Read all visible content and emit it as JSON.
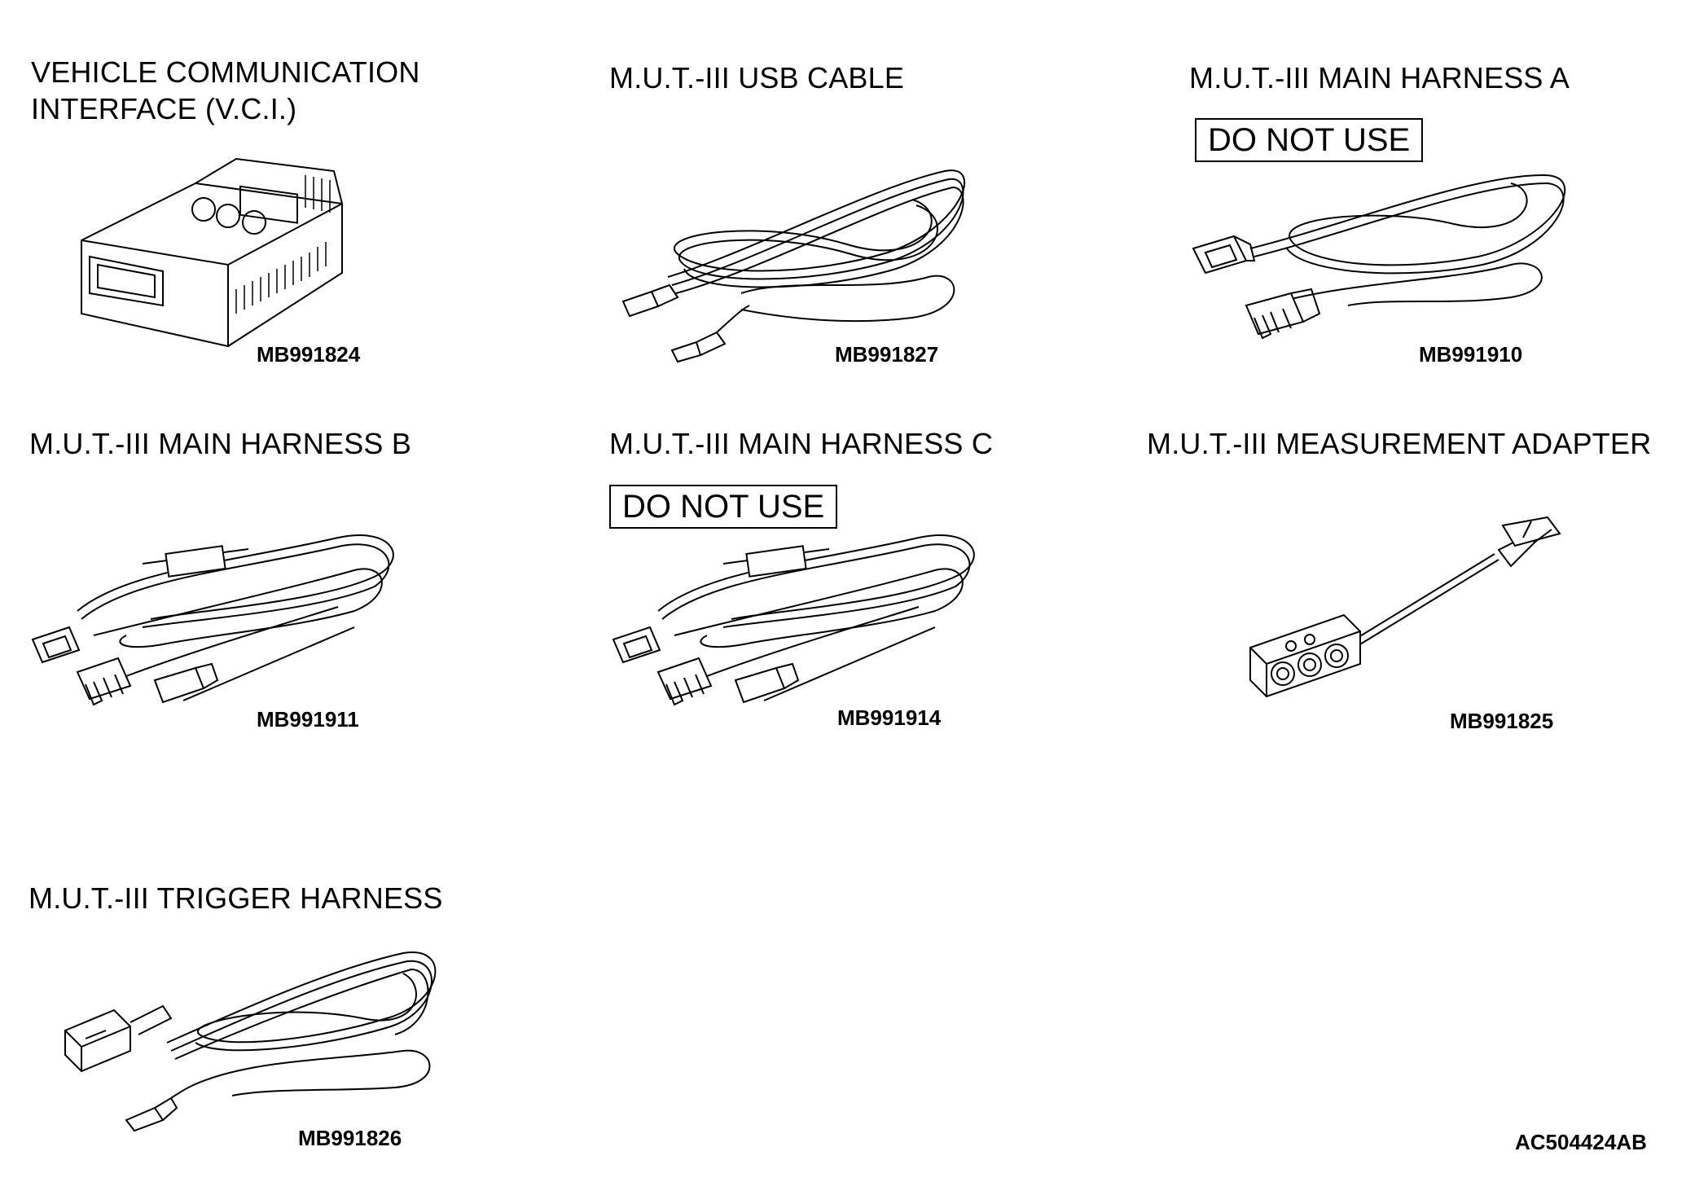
{
  "tools": [
    {
      "title": "VEHICLE COMMUNICATION\nINTERFACE (V.C.I.)",
      "part_number": "MB991824",
      "note": "",
      "icon": "vci-device-icon"
    },
    {
      "title": "M.U.T.-III USB CABLE",
      "part_number": "MB991827",
      "note": "",
      "icon": "usb-cable-icon"
    },
    {
      "title": "M.U.T.-III MAIN HARNESS A",
      "part_number": "MB991910",
      "note": "DO NOT USE",
      "icon": "main-harness-a-icon"
    },
    {
      "title": "M.U.T.-III MAIN HARNESS B",
      "part_number": "MB991911",
      "note": "",
      "icon": "main-harness-b-icon"
    },
    {
      "title": "M.U.T.-III MAIN HARNESS C",
      "part_number": "MB991914",
      "note": "DO NOT USE",
      "icon": "main-harness-c-icon"
    },
    {
      "title": "M.U.T.-III MEASUREMENT ADAPTER",
      "part_number": "MB991825",
      "note": "",
      "icon": "measurement-adapter-icon"
    },
    {
      "title": "M.U.T.-III TRIGGER HARNESS",
      "part_number": "MB991826",
      "note": "",
      "icon": "trigger-harness-icon"
    }
  ],
  "figure_code": "AC504424AB"
}
